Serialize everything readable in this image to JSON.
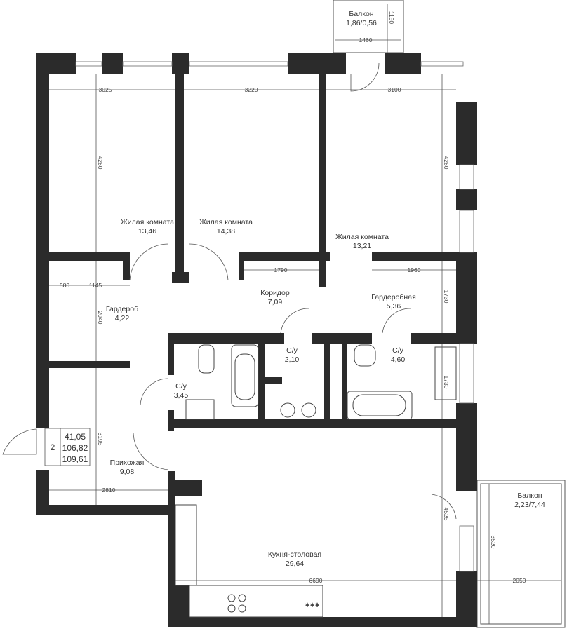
{
  "rooms": [
    {
      "name": "Жилая комната",
      "area": "13,46"
    },
    {
      "name": "Жилая комната",
      "area": "14,38"
    },
    {
      "name": "Жилая комната",
      "area": "13,21"
    },
    {
      "name": "Коридор",
      "area": "7,09"
    },
    {
      "name": "Гардеробная",
      "area": "5,36"
    },
    {
      "name": "Гардероб",
      "area": "4,22"
    },
    {
      "name": "С/у",
      "area": "2,10"
    },
    {
      "name": "С/у",
      "area": "4,60"
    },
    {
      "name": "С/у",
      "area": "3,45"
    },
    {
      "name": "Прихожая",
      "area": "9,08"
    },
    {
      "name": "Кухня-столовая",
      "area": "29,64"
    },
    {
      "name": "Балкон",
      "area": "1,86/0,56"
    },
    {
      "name": "Балкон",
      "area": "2,23/7,44"
    }
  ],
  "dimensions": [
    "3025",
    "3220",
    "3100",
    "4260",
    "4260",
    "1790",
    "1960",
    "580",
    "1145",
    "2040",
    "1730",
    "1730",
    "3195",
    "2810",
    "4525",
    "6690",
    "3520",
    "2050",
    "1460",
    "1180"
  ],
  "summary": {
    "rooms_count": "2",
    "living_area": "41,05",
    "total_area": "106,82",
    "total_area_with_balcony": "109,61"
  }
}
